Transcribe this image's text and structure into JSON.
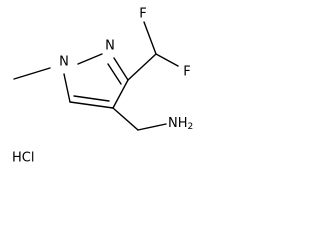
{
  "molecule": {
    "atoms": {
      "n1": "N",
      "n2": "N",
      "f_top": "F",
      "f_right": "F",
      "amine": "NH",
      "amine_sub": "2"
    },
    "salt": "HCl"
  }
}
